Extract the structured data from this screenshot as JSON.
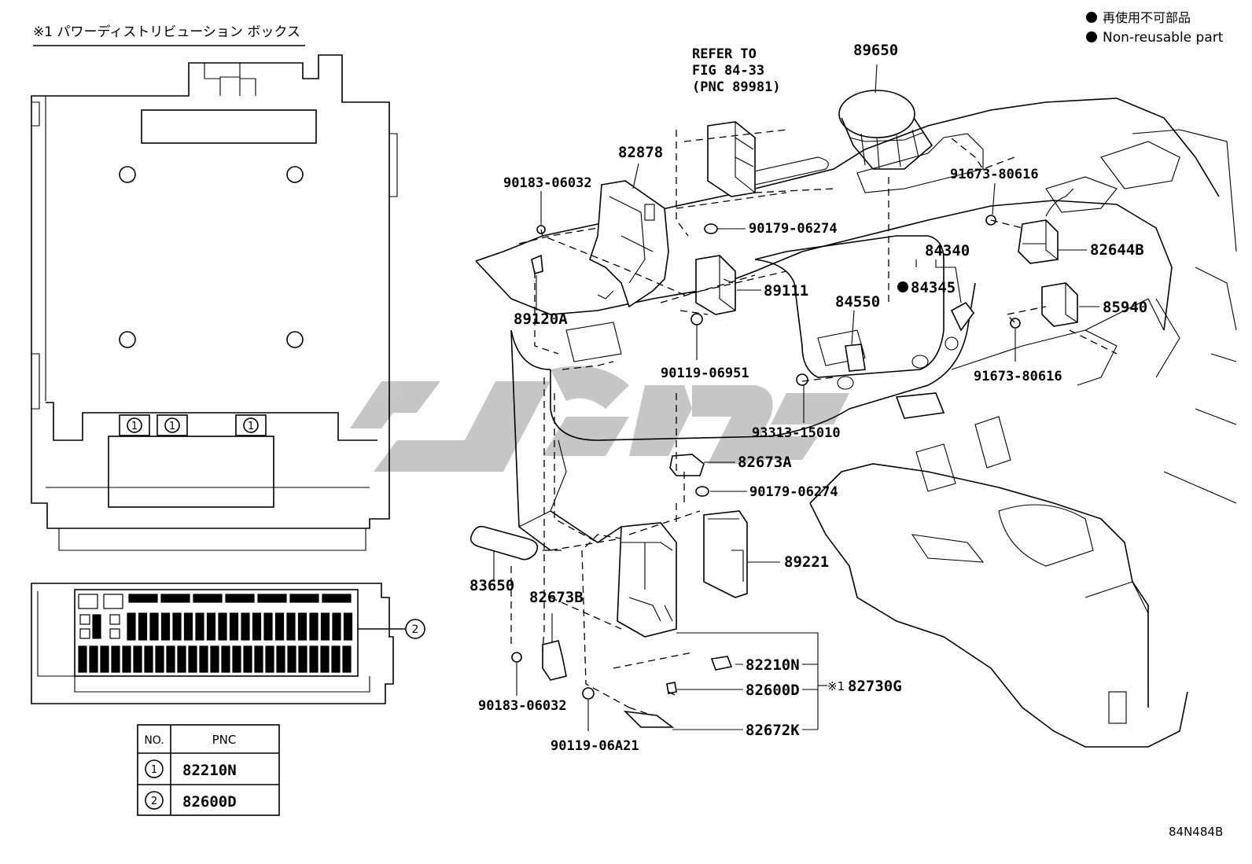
{
  "title_ja": "※1 パワーディストリビューション ボックス",
  "legend": {
    "marker": "●",
    "line1": "再使用不可部品",
    "line2": "Non-reusable part"
  },
  "refer": [
    "REFER TO",
    "FIG 84-33",
    "(PNC 89981)"
  ],
  "parts": {
    "p89650": "89650",
    "p82878": "82878",
    "p90183_top": "90183-06032",
    "p90179_top": "90179-06274",
    "p91673_top": "91673-80616",
    "p82644B": "82644B",
    "p84340": "84340",
    "p84345": "84345",
    "p89111": "89111",
    "p84550": "84550",
    "p85940": "85940",
    "p89120A": "89120A",
    "p90119_06951": "90119-06951",
    "p91673_bot": "91673-80616",
    "p93313": "93313-15010",
    "p82673A": "82673A",
    "p90179_mid": "90179-06274",
    "p89221": "89221",
    "p83650": "83650",
    "p82673B": "82673B",
    "p82210N": "82210N",
    "p82600D": "82600D",
    "p82730G_mark": "※1",
    "p82730G": "82730G",
    "p82672K": "82672K",
    "p90183_bot": "90183-06032",
    "p90119_06A21": "90119-06A21"
  },
  "callouts": {
    "one": "1",
    "two": "2"
  },
  "table": {
    "headers": [
      "NO.",
      "PNC"
    ],
    "rows": [
      {
        "no": "1",
        "pnc": "82210N"
      },
      {
        "no": "2",
        "pnc": "82600D"
      }
    ]
  },
  "figure_code": "84N484B"
}
